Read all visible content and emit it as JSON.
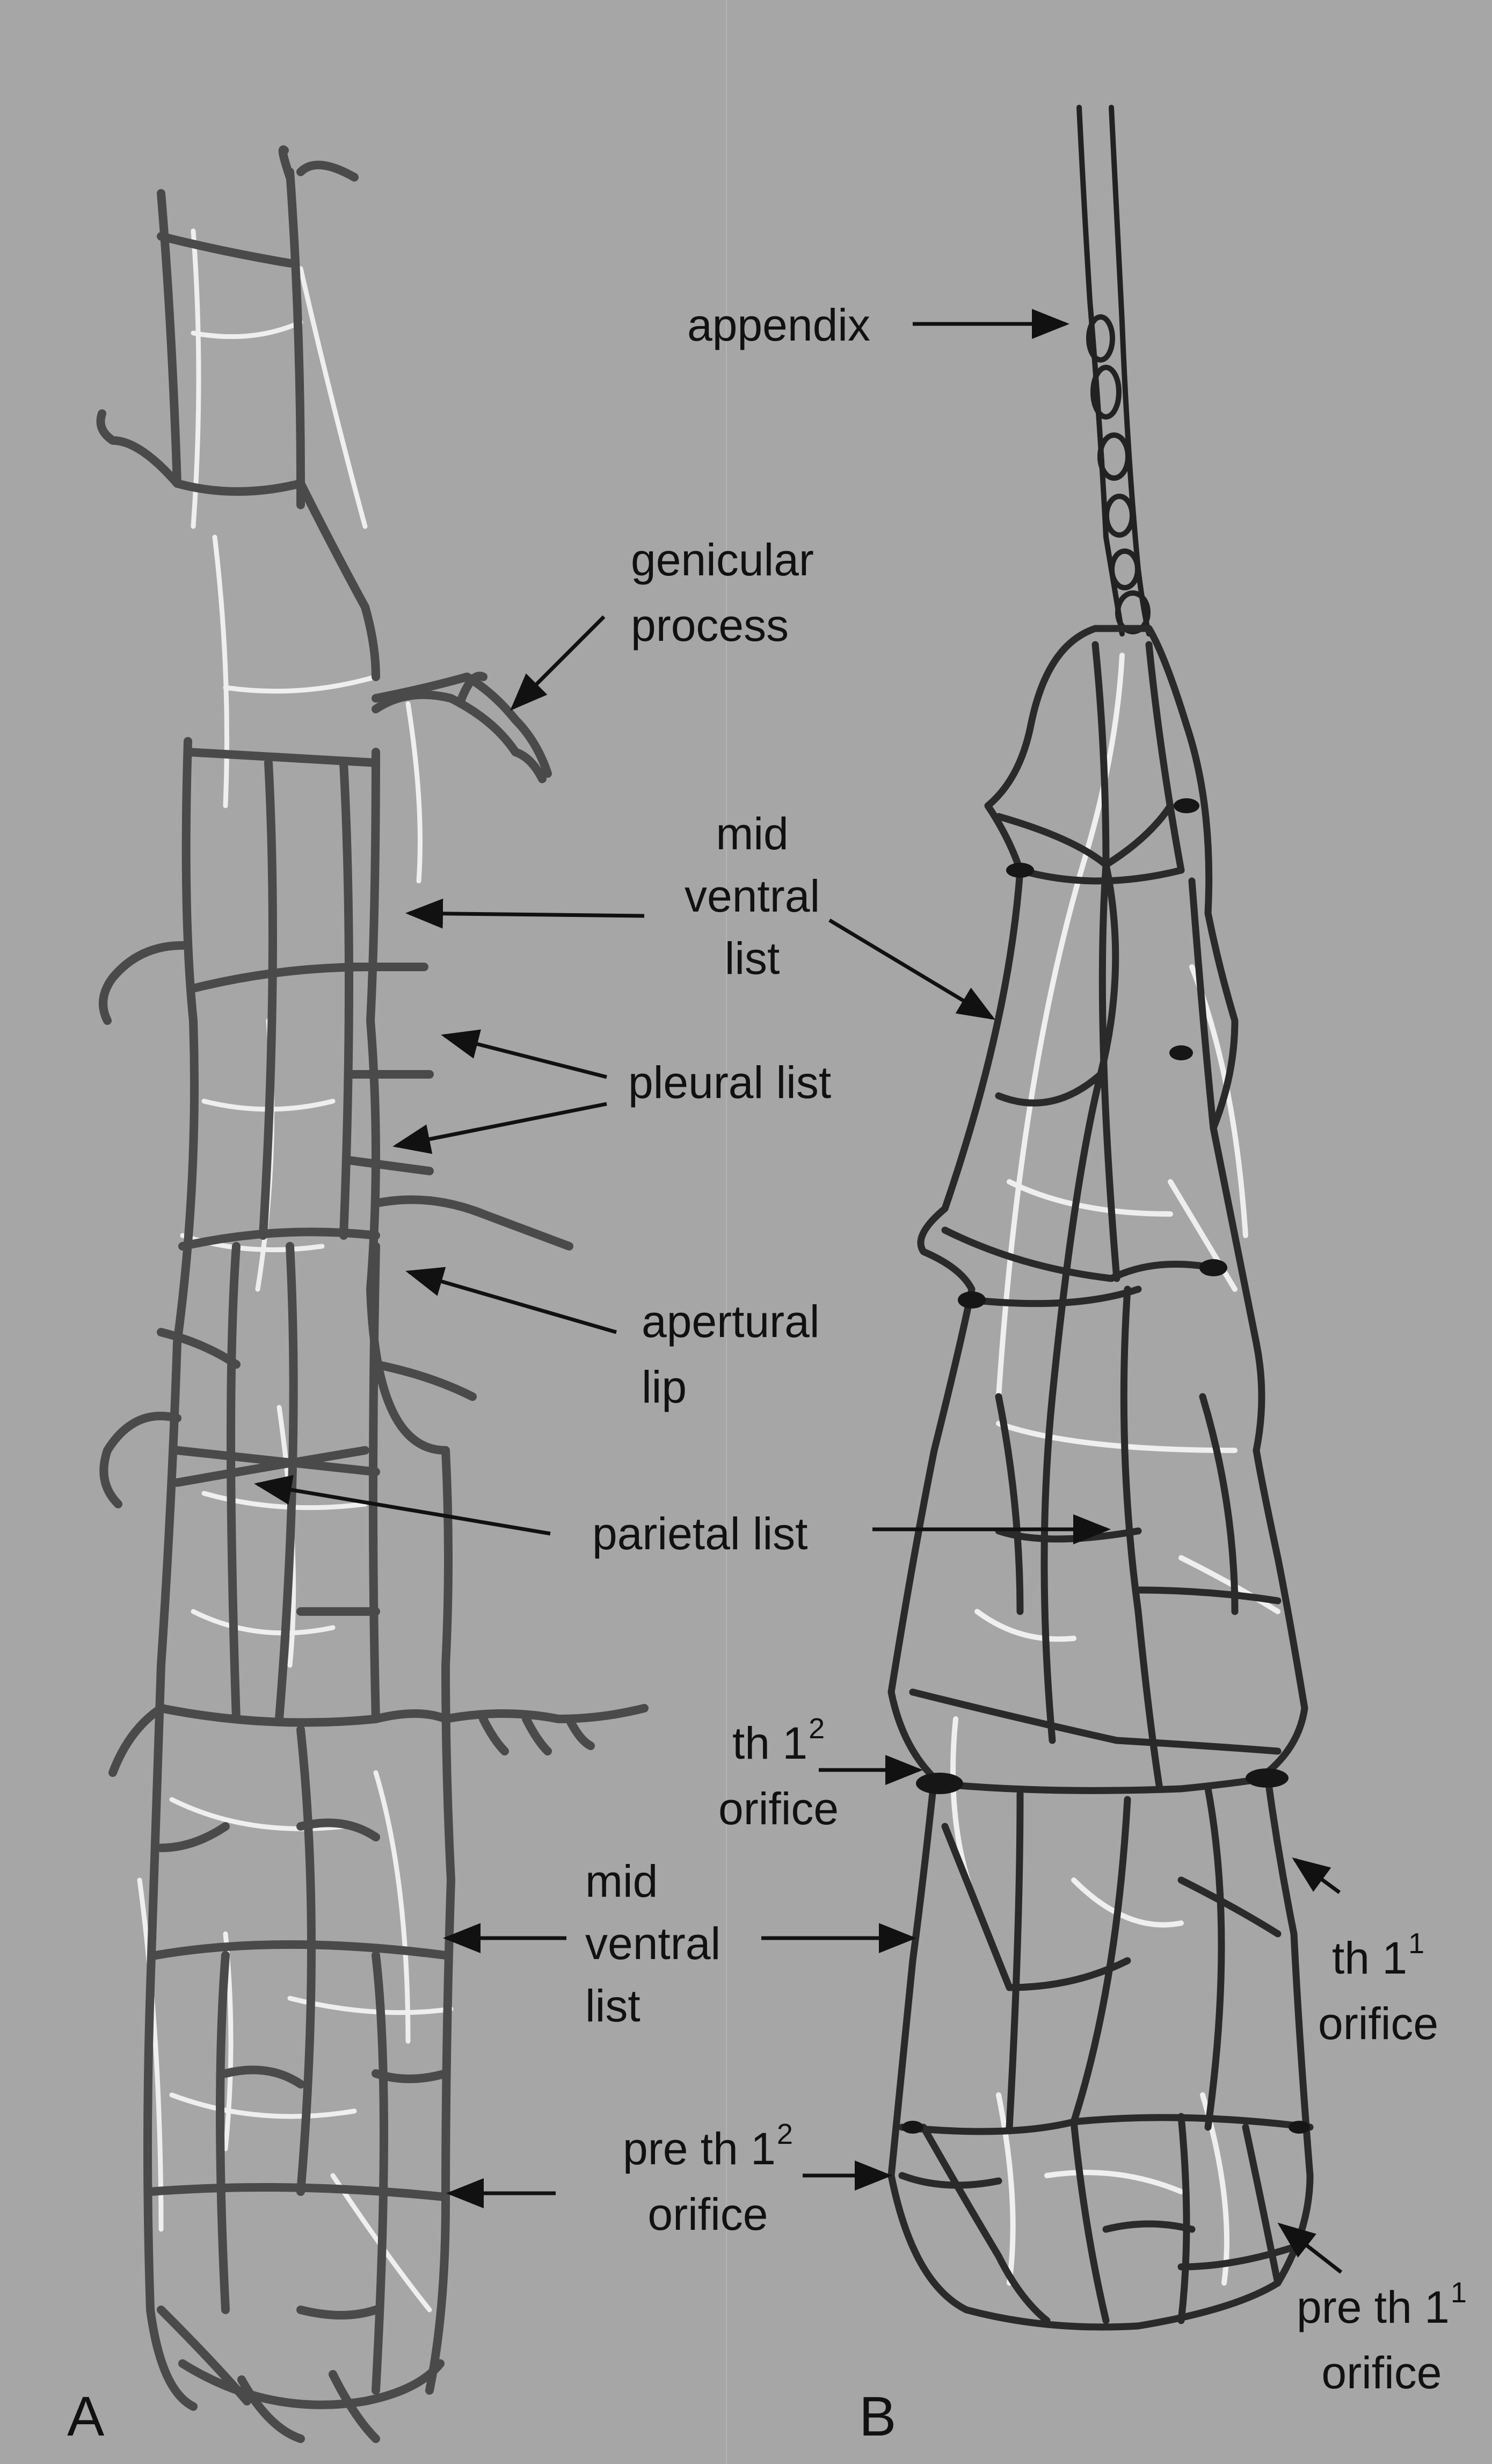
{
  "panels": {
    "a": "A",
    "b": "B"
  },
  "labels": {
    "appendix": "appendix",
    "genicular_process": "genicular\nprocess",
    "mid_ventral_list_b": "mid\nventral\nlist",
    "pleural_list": "pleural list",
    "apertural_lip": "apertural\nlip",
    "parietal_list": "parietal list",
    "th12_line1": "th 1",
    "th12_sup": "2",
    "th12_line2": "orifice",
    "mid_ventral_list_a": "mid\nventral\nlist",
    "th11_line1": "th 1",
    "th11_sup": "1",
    "th11_line2": "orifice",
    "pre_th12_line1": "pre th 1",
    "pre_th12_sup": "2",
    "pre_th12_line2": "orifice",
    "pre_th11_line1": "pre th 1",
    "pre_th11_sup": "1",
    "pre_th11_line2": "orifice"
  },
  "colors": {
    "background": "#a6a6a6",
    "dark_mesh": "#4a4a4a",
    "black_mesh": "#202020",
    "white_mesh": "#f2f2f2",
    "text": "#111111"
  }
}
